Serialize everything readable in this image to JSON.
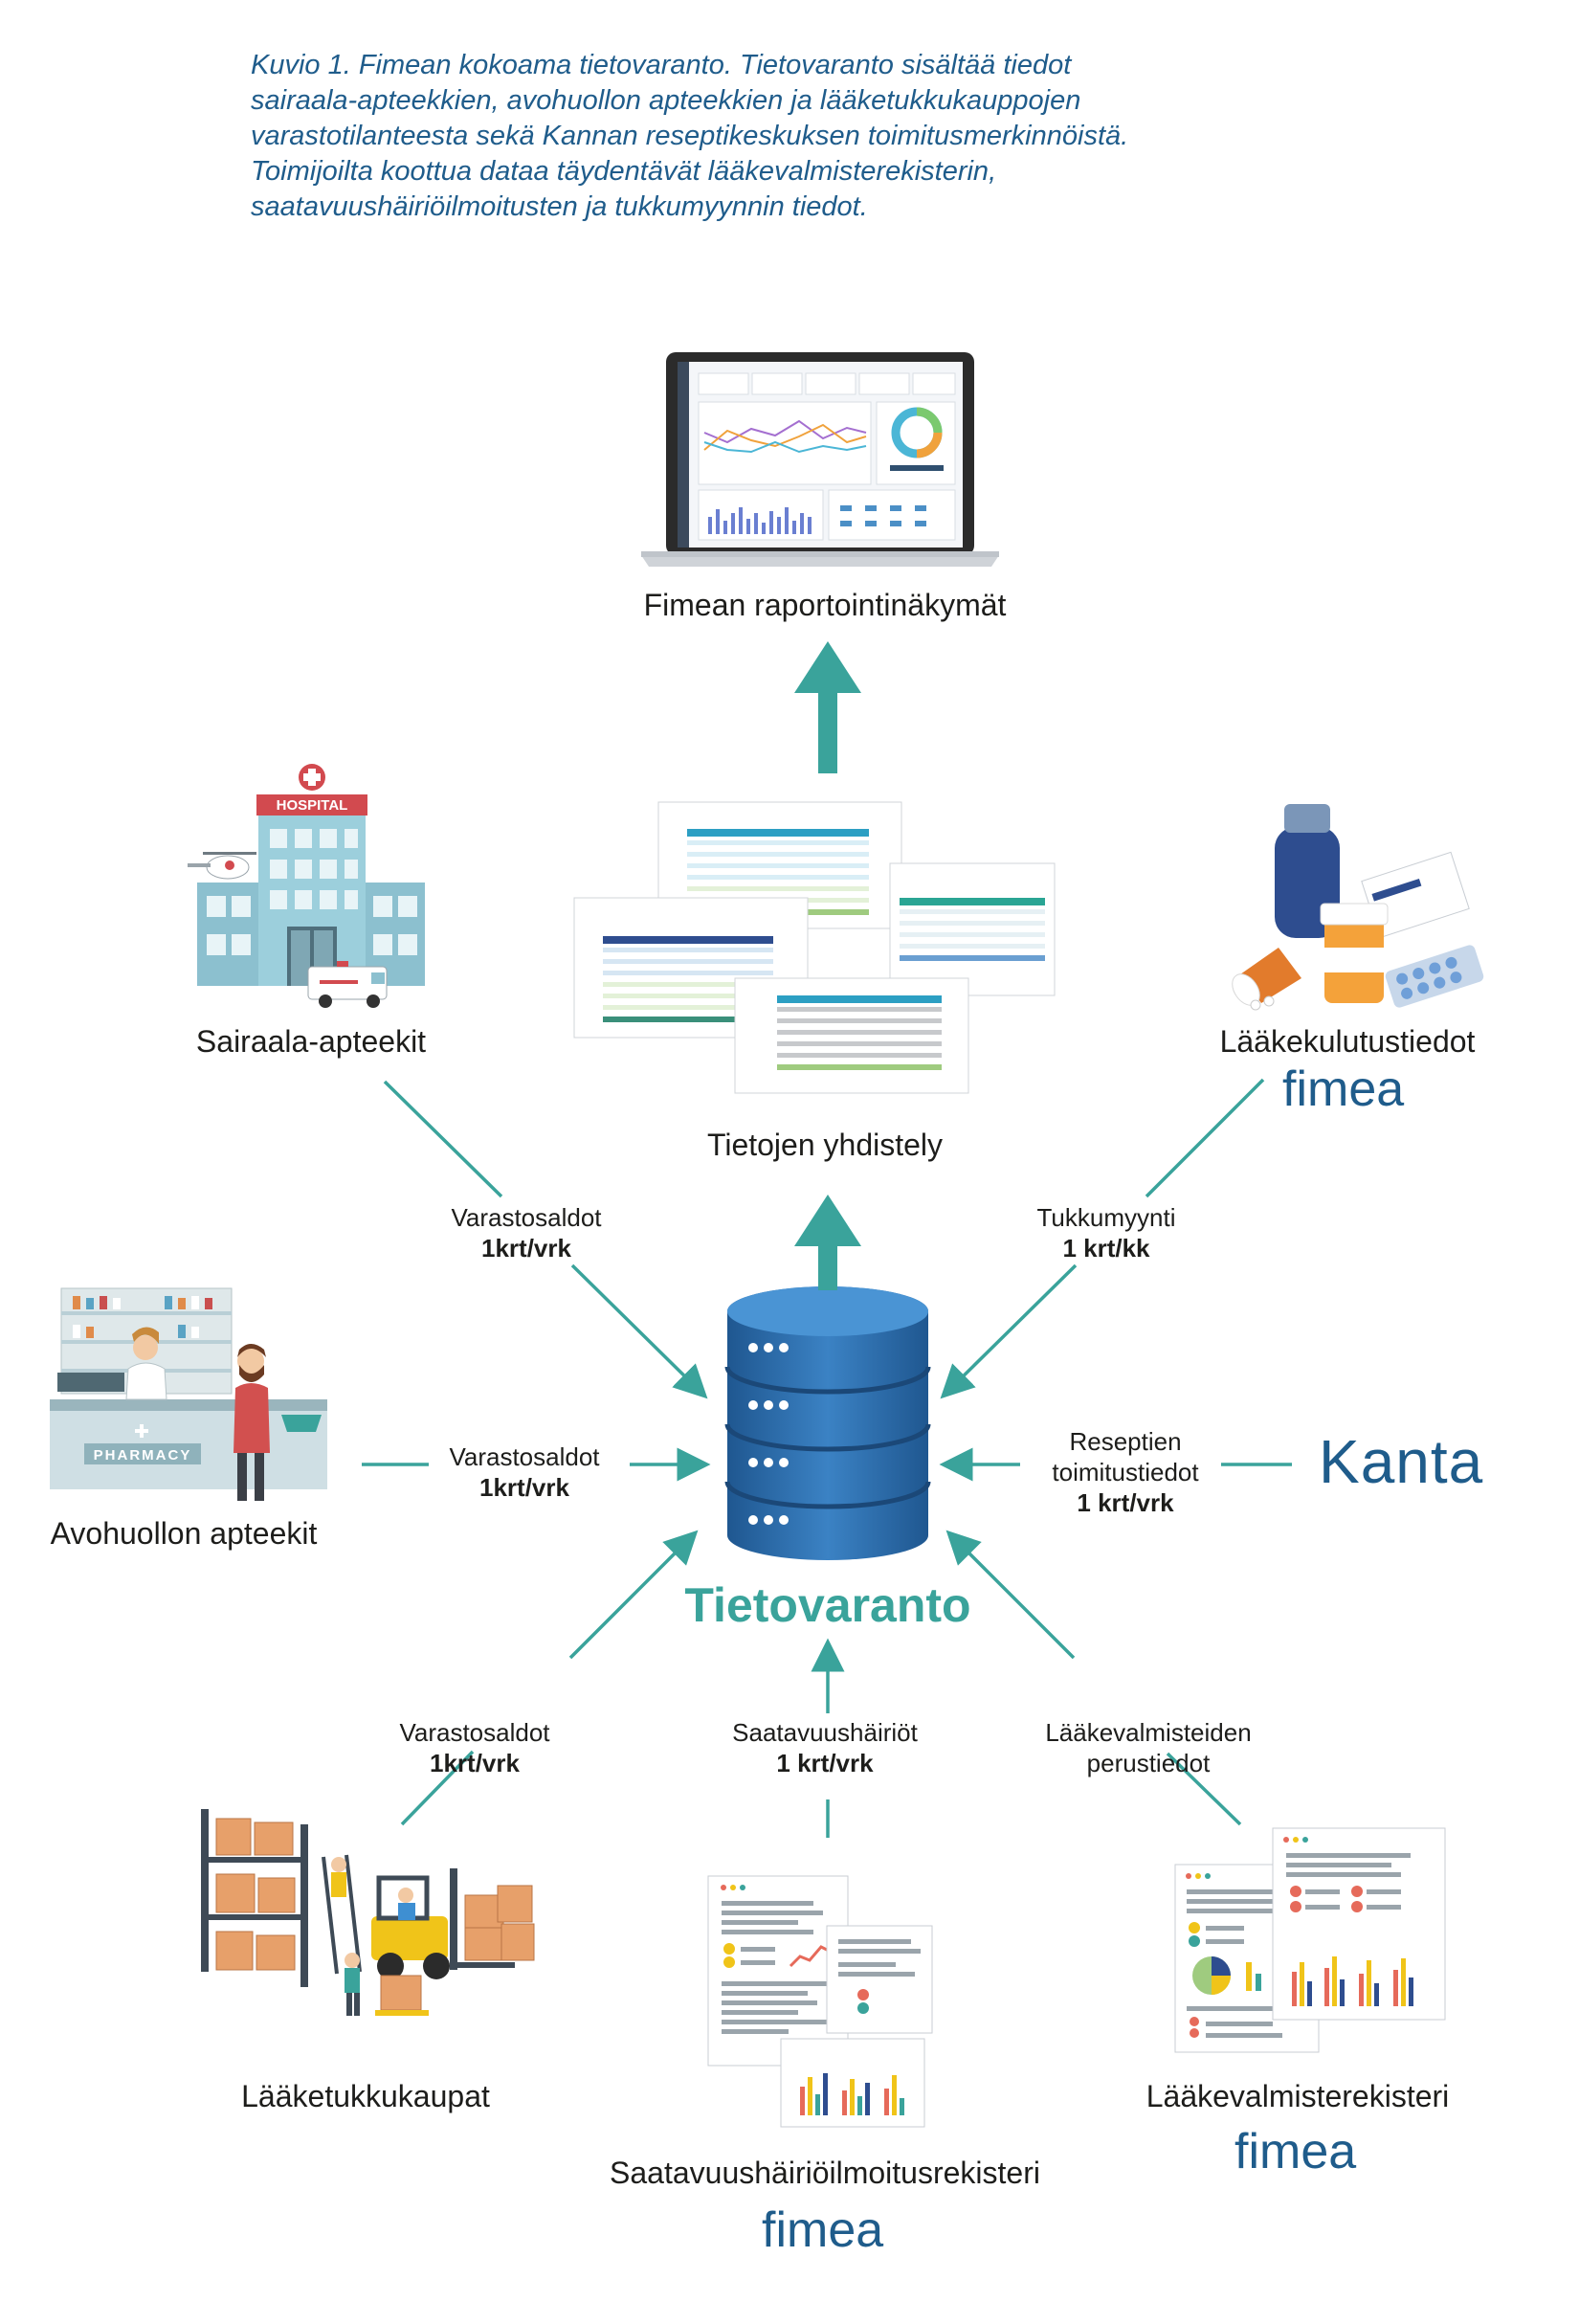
{
  "caption": [
    "Kuvio 1. Fimean kokoama tietovaranto. Tietovaranto sisältää tiedot",
    "sairaala-apteekkien, avohuollon apteekkien ja lääketukkukauppojen",
    "varastotilanteesta sekä Kannan reseptikeskuksen toimitusmerkinnöistä.",
    "Toimijoilta koottua dataa täydentävät lääkevalmisterekisterin,",
    "saatavuushäiriöilmoitusten ja tukkumyynnin tiedot."
  ],
  "nodes": {
    "reporting": "Fimean raportointinäkymät",
    "merging": "Tietojen yhdistely",
    "hospital": "Sairaala-apteekit",
    "consumption": "Lääkekulutustiedot",
    "pharmacy": "Avohuollon apteekit",
    "wholesale": "Lääketukkukaupat",
    "shortage_registry": "Saatavuushäiriöilmoitusrekisteri",
    "product_registry": "Lääkevalmisterekisteri",
    "data_warehouse": "Tietovaranto"
  },
  "hospital_sign": "HOSPITAL",
  "pharmacy_sign": "PHARMACY",
  "logos": {
    "fimea": "fimea",
    "kanta": "Kanta"
  },
  "edges": {
    "hospital": {
      "line1": "Varastosaldot",
      "line2": "1krt/vrk"
    },
    "consumption": {
      "line1": "Tukkumyynti",
      "line2": "1 krt/kk"
    },
    "pharmacy": {
      "line1": "Varastosaldot",
      "line2": "1krt/vrk"
    },
    "kanta": {
      "line1": "Reseptien",
      "line2": "toimitustiedot",
      "line3": "1 krt/vrk"
    },
    "wholesale": {
      "line1": "Varastosaldot",
      "line2": "1krt/vrk"
    },
    "shortage": {
      "line1": "Saatavuushäiriöt",
      "line2": "1 krt/vrk"
    },
    "product": {
      "line1": "Lääkevalmisteiden",
      "line2": "perustiedot"
    }
  },
  "colors": {
    "teal": "#3aa39b",
    "navy": "#1f5c8b",
    "db_blue": "#2d6ea9"
  }
}
